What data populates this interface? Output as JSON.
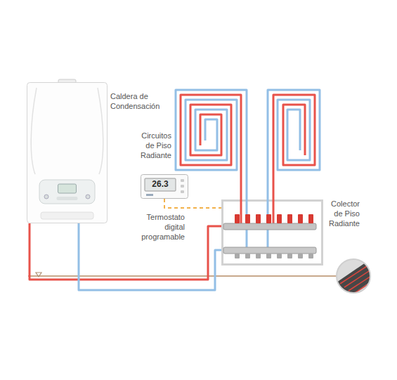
{
  "diagram": {
    "nodes": [
      {
        "text": [
          "Caldera de Condensación"
        ]
      },
      {
        "text": [
          "Circuitos de Piso Radiante"
        ]
      },
      {
        "text": [
          "26.3",
          "Termostato digital programable"
        ]
      },
      {
        "text": [
          "Colector de Piso Radiante"
        ]
      }
    ],
    "edges": [
      {
        "from": 0,
        "to": 3,
        "arrow": "none"
      },
      {
        "from": 0,
        "to": 3,
        "arrow": "none"
      },
      {
        "from": 2,
        "to": 3,
        "arrow": "none"
      },
      {
        "from": 3,
        "to": 1,
        "arrow": "none"
      },
      {
        "from": 3,
        "to": 1,
        "arrow": "none"
      },
      {
        "from": 3,
        "to": 1,
        "arrow": "none"
      },
      {
        "from": 3,
        "to": 1,
        "arrow": "none"
      }
    ]
  }
}
